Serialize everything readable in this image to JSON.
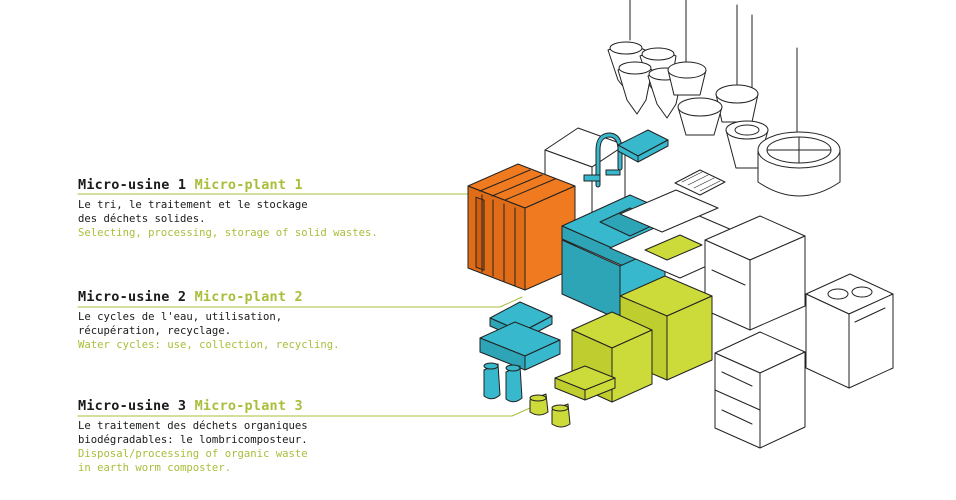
{
  "colors": {
    "accent": "#a7bf3a",
    "orange": "#ef7a1f",
    "cyan": "#37b8cc",
    "lime": "#ccdb3a",
    "line": "#222222"
  },
  "blocks": [
    {
      "title_fr": "Micro-usine 1",
      "title_en": "Micro-plant 1",
      "desc_fr": "Le tri, le traitement et le stockage\ndes déchets solides.",
      "desc_en": "Selecting, processing, storage of solid wastes."
    },
    {
      "title_fr": "Micro-usine 2",
      "title_en": "Micro-plant 2",
      "desc_fr": "Le cycles de l'eau, utilisation,\nrécupération, recyclage.",
      "desc_en": "Water cycles: use, collection, recycling."
    },
    {
      "title_fr": "Micro-usine 3",
      "title_en": "Micro-plant 3",
      "desc_fr": "Le traitement des déchets organiques\nbiodégradables: le lombricomposteur.",
      "desc_en": "Disposal/processing of organic waste\nin earth worm composter."
    }
  ]
}
